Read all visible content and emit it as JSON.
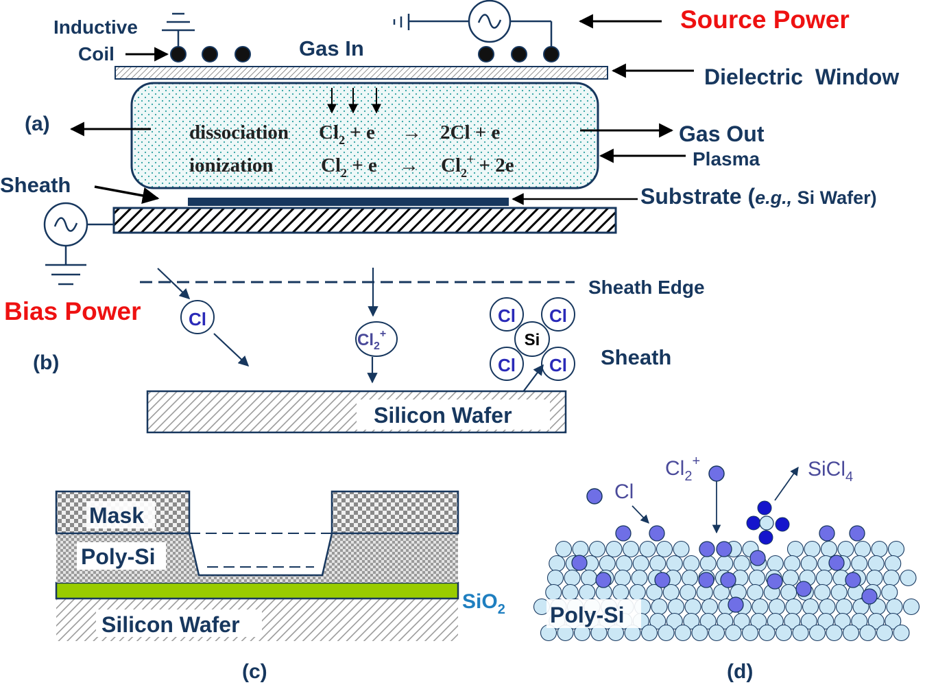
{
  "colors": {
    "navy": "#17375e",
    "red": "#ee1111",
    "atom_blue": "#2a2ab8",
    "purple_text": "#4a4a9a",
    "poly_bubble": "#cbe7f5",
    "cl_atom": "#6f6fe6",
    "sio2": "#99cc00",
    "sio2_label": "#1f7fc0",
    "plasma_fill": "#eef8f8",
    "plasma_dots": "#2aa0a0"
  },
  "panel_a": {
    "inductive": "Inductive",
    "coil": "Coil",
    "gas_in": "Gas In",
    "source_power": "Source Power",
    "dielectric_window": "Dielectric  Window",
    "label": "(a)",
    "dissociation_word": "dissociation",
    "ionization_word": "ionization",
    "eq1_left": "Cl",
    "eq1_left_sub": "2",
    "eq1_plus_e": " + e",
    "arrow": "→",
    "eq1_right": "2Cl + e",
    "eq2_left": "Cl",
    "eq2_left_sub": "2",
    "eq2_plus_e": " + e",
    "eq2_right": "Cl",
    "eq2_right_sub": "2",
    "eq2_right_sup": "+",
    "eq2_right_tail": " + 2e",
    "gas_out": "Gas Out",
    "plasma": "Plasma",
    "sheath": "Sheath",
    "substrate_pre": "Substrate (",
    "substrate_eg": "e.g.,",
    "substrate_post": " Si Wafer)",
    "bias_power": "Bias Power"
  },
  "panel_b": {
    "label": "(b)",
    "sheath_edge": "Sheath Edge",
    "sheath": "Sheath",
    "silicon_wafer": "Silicon Wafer",
    "cl": "Cl",
    "cl2": "Cl",
    "cl2_sub": "2",
    "cl2_sup": "+",
    "si": "Si"
  },
  "panel_c": {
    "label": "(c)",
    "mask": "Mask",
    "poly_si": "Poly-Si",
    "silicon_wafer": "Silicon Wafer",
    "sio2": "SiO",
    "sio2_sub": "2"
  },
  "panel_d": {
    "label": "(d)",
    "cl": "Cl",
    "cl2": "Cl",
    "cl2_sub": "2",
    "cl2_sup": "+",
    "sicl4": "SiCl",
    "sicl4_sub": "4",
    "poly_si": "Poly-Si"
  }
}
